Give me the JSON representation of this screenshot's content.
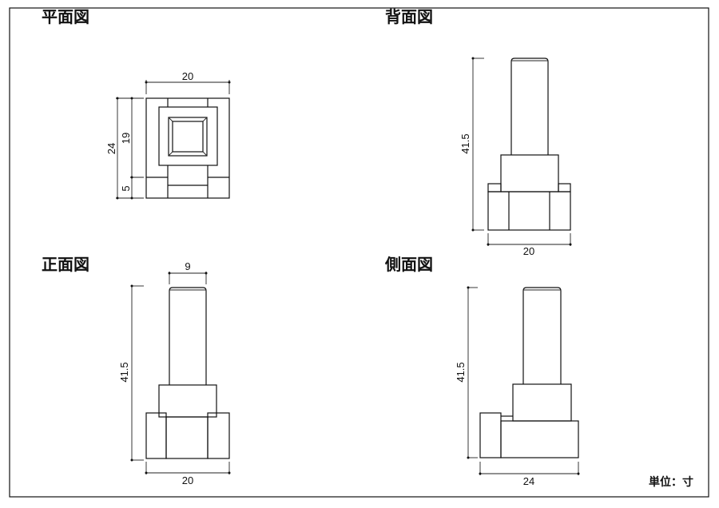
{
  "views": {
    "plan": {
      "title": "平面図",
      "dims": {
        "width": "20",
        "depth": "24",
        "upper": "19",
        "lower": "5"
      }
    },
    "back": {
      "title": "背面図",
      "dims": {
        "height": "41.5",
        "width": "20"
      }
    },
    "front": {
      "title": "正面図",
      "dims": {
        "column_width": "9",
        "height": "41.5",
        "width": "20"
      }
    },
    "side": {
      "title": "側面図",
      "dims": {
        "height": "41.5",
        "depth": "24"
      }
    }
  },
  "unit_label": "単位：寸"
}
